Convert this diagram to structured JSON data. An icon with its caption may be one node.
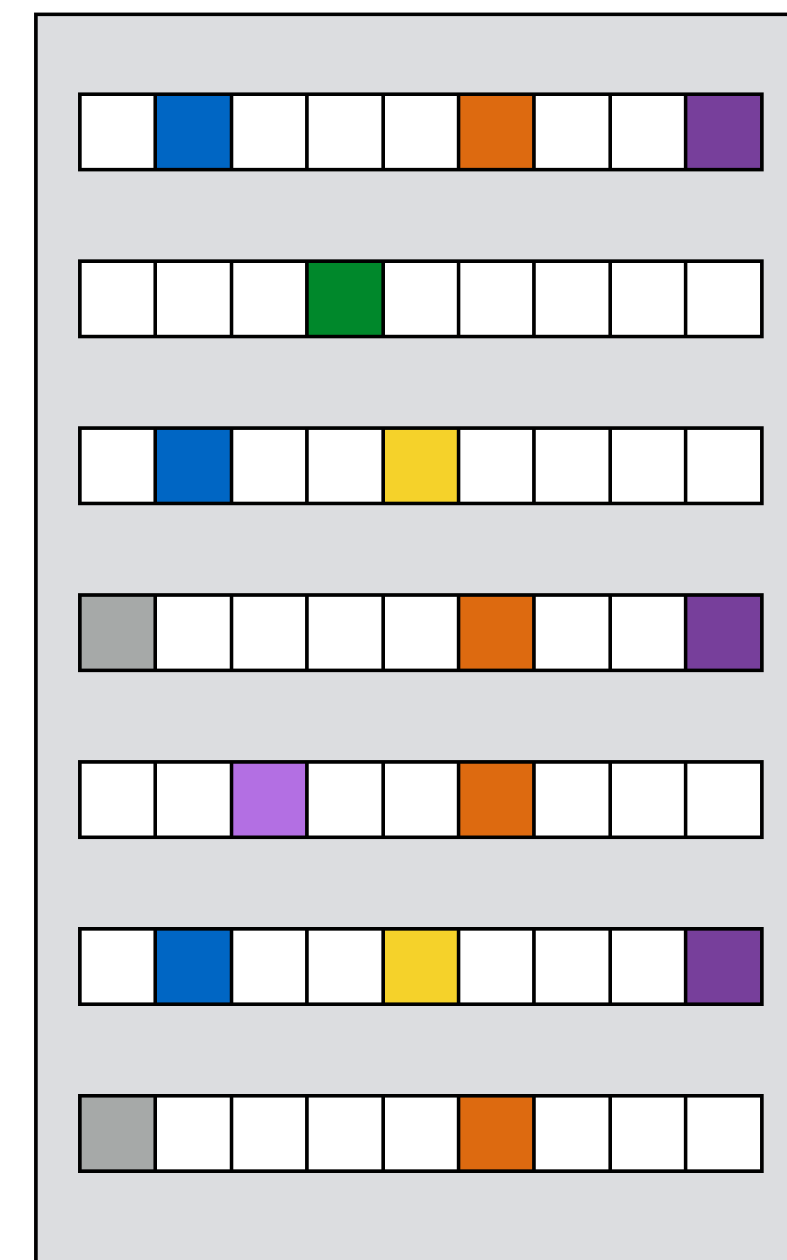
{
  "diagram": {
    "nodes": [
      {
        "text": [],
        "shape": "box"
      },
      {
        "text": [],
        "shape": "box",
        "in": 0
      },
      {
        "text": [],
        "shape": "box",
        "in": 0
      },
      {
        "text": [],
        "shape": "box",
        "in": 0
      },
      {
        "text": [],
        "shape": "box",
        "in": 0
      },
      {
        "text": [],
        "shape": "box",
        "in": 0
      },
      {
        "text": [],
        "shape": "box",
        "in": 0
      },
      {
        "text": [],
        "shape": "box",
        "in": 0
      },
      {
        "text": [],
        "shape": "box",
        "in": 0
      },
      {
        "text": [],
        "shape": "box",
        "in": 0
      },
      {
        "text": [],
        "shape": "box",
        "in": 0
      },
      {
        "text": [],
        "shape": "box",
        "in": 0
      },
      {
        "text": [],
        "shape": "box",
        "in": 0
      },
      {
        "text": [],
        "shape": "box",
        "in": 0
      },
      {
        "text": [],
        "shape": "box",
        "in": 0
      },
      {
        "text": [],
        "shape": "box",
        "in": 0
      },
      {
        "text": [],
        "shape": "box",
        "in": 0
      },
      {
        "text": [],
        "shape": "box",
        "in": 0
      },
      {
        "text": [],
        "shape": "box",
        "in": 0
      },
      {
        "text": [],
        "shape": "box",
        "in": 0
      },
      {
        "text": [],
        "shape": "box",
        "in": 0
      },
      {
        "text": [],
        "shape": "box",
        "in": 0
      },
      {
        "text": [],
        "shape": "box",
        "in": 0
      },
      {
        "text": [],
        "shape": "box",
        "in": 0
      },
      {
        "text": [],
        "shape": "box",
        "in": 0
      },
      {
        "text": [],
        "shape": "box",
        "in": 0
      },
      {
        "text": [],
        "shape": "box",
        "in": 0
      },
      {
        "text": [],
        "shape": "box",
        "in": 0
      },
      {
        "text": [],
        "shape": "box",
        "in": 0
      },
      {
        "text": [],
        "shape": "box",
        "in": 0
      },
      {
        "text": [],
        "shape": "box",
        "in": 0
      },
      {
        "text": [],
        "shape": "box",
        "in": 0
      },
      {
        "text": [],
        "shape": "box",
        "in": 0
      },
      {
        "text": [],
        "shape": "box",
        "in": 0
      },
      {
        "text": [],
        "shape": "box",
        "in": 0
      },
      {
        "text": [],
        "shape": "box",
        "in": 0
      },
      {
        "text": [],
        "shape": "box",
        "in": 0
      },
      {
        "text": [],
        "shape": "box",
        "in": 0
      },
      {
        "text": [],
        "shape": "box",
        "in": 0
      },
      {
        "text": [],
        "shape": "box",
        "in": 0
      },
      {
        "text": [],
        "shape": "box",
        "in": 0
      },
      {
        "text": [],
        "shape": "box",
        "in": 0
      },
      {
        "text": [],
        "shape": "box",
        "in": 0
      },
      {
        "text": [],
        "shape": "box",
        "in": 0
      },
      {
        "text": [],
        "shape": "box",
        "in": 0
      },
      {
        "text": [],
        "shape": "box",
        "in": 0
      },
      {
        "text": [],
        "shape": "box",
        "in": 0
      },
      {
        "text": [],
        "shape": "box",
        "in": 0
      },
      {
        "text": [],
        "shape": "box",
        "in": 0
      },
      {
        "text": [],
        "shape": "box",
        "in": 0
      },
      {
        "text": [],
        "shape": "box",
        "in": 0
      },
      {
        "text": [],
        "shape": "box",
        "in": 0
      },
      {
        "text": [],
        "shape": "box",
        "in": 0
      },
      {
        "text": [],
        "shape": "box",
        "in": 0
      },
      {
        "text": [],
        "shape": "box",
        "in": 0
      },
      {
        "text": [],
        "shape": "box",
        "in": 0
      },
      {
        "text": [],
        "shape": "box",
        "in": 0
      },
      {
        "text": [],
        "shape": "box",
        "in": 0
      },
      {
        "text": [],
        "shape": "box",
        "in": 0
      },
      {
        "text": [],
        "shape": "box",
        "in": 0
      },
      {
        "text": [],
        "shape": "box",
        "in": 0
      },
      {
        "text": [],
        "shape": "box",
        "in": 0
      },
      {
        "text": [],
        "shape": "box",
        "in": 0
      },
      {
        "text": [],
        "shape": "box",
        "in": 0
      }
    ]
  }
}
